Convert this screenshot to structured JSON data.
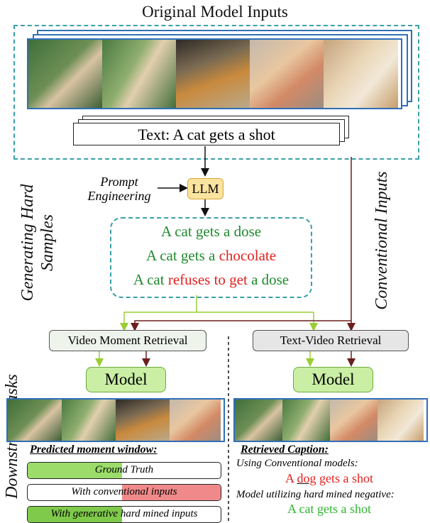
{
  "title": "Original Model Inputs",
  "text_input": "Text: A cat gets a shot",
  "prompt_label": [
    "Prompt",
    "Engineering"
  ],
  "llm_label": "LLM",
  "side_left": [
    "Generating Hard",
    "Samples"
  ],
  "side_right": "Conventional Inputs",
  "side_bottom": "Downstream tasks",
  "hard_samples": {
    "line1": "A cat gets a dose",
    "line2_prefix": "A cat gets a ",
    "line2_red": "chocolate",
    "line3_prefix": "A cat ",
    "line3_red": "refuses to get",
    "line3_suffix": " a dose"
  },
  "tasks": {
    "left": "Video Moment Retrieval",
    "right": "Text-Video Retrieval"
  },
  "model_label": "Model",
  "left_panel": {
    "heading": "Predicted moment window:",
    "bars": [
      {
        "label": "Ground Truth",
        "fill_start": 0.0,
        "fill_end": 0.49,
        "color": "#9bdc6a"
      },
      {
        "label": "With conventional inputs",
        "fill_start": 0.49,
        "fill_end": 1.0,
        "color": "#f08a8a"
      },
      {
        "label": "With generative hard mined inputs",
        "fill_start": 0.0,
        "fill_end": 0.49,
        "color": "#7fc94b"
      }
    ]
  },
  "right_panel": {
    "heading": "Retrieved Caption:",
    "conv_label": "Using Conventional  models:",
    "conv_prefix": "A ",
    "conv_word": "dog",
    "conv_suffix": " gets a shot",
    "hard_label": "Model utilizing hard mined negative:",
    "hard_caption": "A cat gets a shot"
  },
  "colors": {
    "dash": "#3aa0a8",
    "frame": "#2f6fb8",
    "green_text": "#1f8a2e",
    "red_text": "#e0221f",
    "arrow_green": "#9acd32",
    "arrow_brown": "#6b1f1f"
  }
}
